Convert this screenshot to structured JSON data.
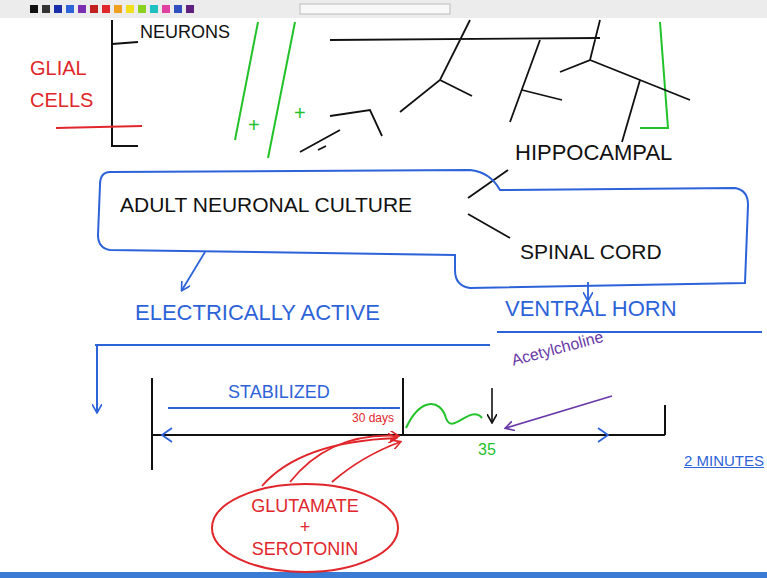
{
  "diagram": {
    "nodes": [
      {
        "text": [
          "ADULT NEURONAL CULTURE",
          "SPINAL CORD"
        ]
      },
      {
        "text": [
          "GLUTAMATE + SEROTONIN"
        ]
      }
    ],
    "labels": [
      "NEURONS",
      "GLIAL CELLS",
      "+",
      "+",
      "HIPPOCAMPAL",
      "ELECTRICALLY ACTIVE",
      "VENTRAL HORN",
      "STABILIZED",
      "30 days",
      "35",
      "Acetylcholine",
      "2 MINUTES"
    ]
  }
}
